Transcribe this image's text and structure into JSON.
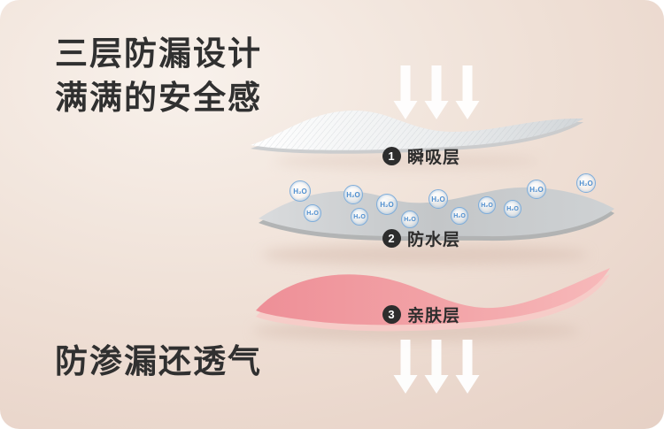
{
  "header": {
    "title_line1": "三层防漏设计",
    "title_line2": "满满的安全感"
  },
  "footer": {
    "text": "防渗漏还透气"
  },
  "layers": [
    {
      "number": "1",
      "label": "瞬吸层"
    },
    {
      "number": "2",
      "label": "防水层"
    },
    {
      "number": "3",
      "label": "亲肤层"
    }
  ],
  "h2o": {
    "label": "H₂O"
  },
  "colors": {
    "background": "#eddcd2",
    "title_text": "#303030",
    "absorb_layer": "#e9ebec",
    "waterproof_layer": "#c6c9cb",
    "skin_layer": "#f0999f",
    "bubble_blue": "#6fa6d8",
    "badge": "#2d2d2d",
    "arrow": "#ffffff"
  }
}
